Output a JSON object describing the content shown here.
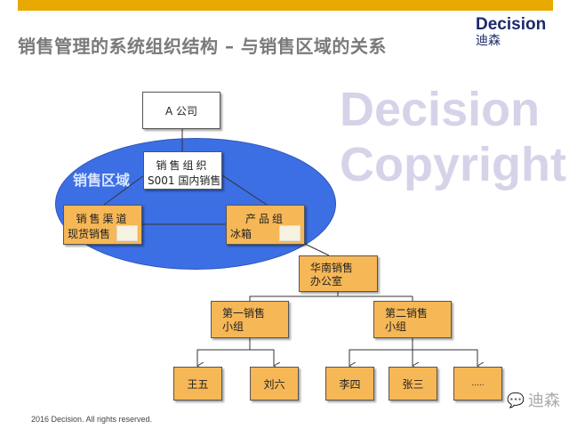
{
  "title": "销售管理的系统组织结构 – 与销售区域的关系",
  "logo": {
    "en": "Decision",
    "cn": "迪森"
  },
  "region_label": "销售区域",
  "nodes": {
    "company": "A 公司",
    "sales_org": {
      "title": "销售组织",
      "sub": "S001 国内销售"
    },
    "channel": {
      "title": "销售渠道",
      "sub": "现货销售"
    },
    "product": {
      "title": "产品组",
      "sub": "冰箱"
    },
    "office": {
      "l1": "华南销售",
      "l2": "办公室"
    },
    "group1": {
      "l1": "第一销售",
      "l2": "小组"
    },
    "group2": {
      "l1": "第二销售",
      "l2": "小组"
    },
    "leaves": [
      "王五",
      "刘六",
      "李四",
      "张三",
      "....."
    ]
  },
  "watermark": "Decision Copyright",
  "footer": "2016 Decision. All rights reserved.",
  "wechat": "迪森"
}
